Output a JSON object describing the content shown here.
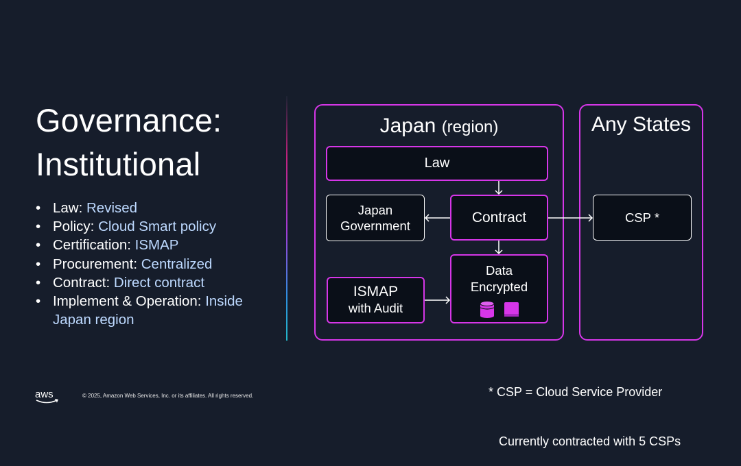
{
  "slide": {
    "title_line1": "Governance:",
    "title_line2": "Institutional",
    "bullets": [
      {
        "label": "Law: ",
        "value": "Revised"
      },
      {
        "label": "Policy: ",
        "value": "Cloud Smart policy"
      },
      {
        "label": "Certification: ",
        "value": "ISMAP"
      },
      {
        "label": "Procurement: ",
        "value": "Centralized"
      },
      {
        "label": "Contract: ",
        "value": "Direct contract"
      },
      {
        "label": "Implement & Operation: ",
        "value": "Inside Japan region"
      }
    ]
  },
  "diagram": {
    "japan_region": {
      "title": "Japan",
      "subtitle": "(region)"
    },
    "any_states": {
      "title": "Any States"
    },
    "law": "Law",
    "japan_government": {
      "line1": "Japan",
      "line2": "Government"
    },
    "contract": "Contract",
    "data_encrypted": {
      "line1": "Data",
      "line2": "Encrypted"
    },
    "ismap": {
      "line1": "ISMAP",
      "line2": "with Audit"
    },
    "csp": "CSP *"
  },
  "footnote": {
    "line1": "* CSP = Cloud Service Provider",
    "line2": "   Currently contracted with 5 CSPs"
  },
  "footer": {
    "logo_text": "aws",
    "copyright": "© 2025, Amazon Web Services, Inc. or its affiliates. All rights reserved."
  },
  "colors": {
    "background": "#161d2b",
    "accent": "#d636e8",
    "value_text": "#bdd9ff"
  }
}
